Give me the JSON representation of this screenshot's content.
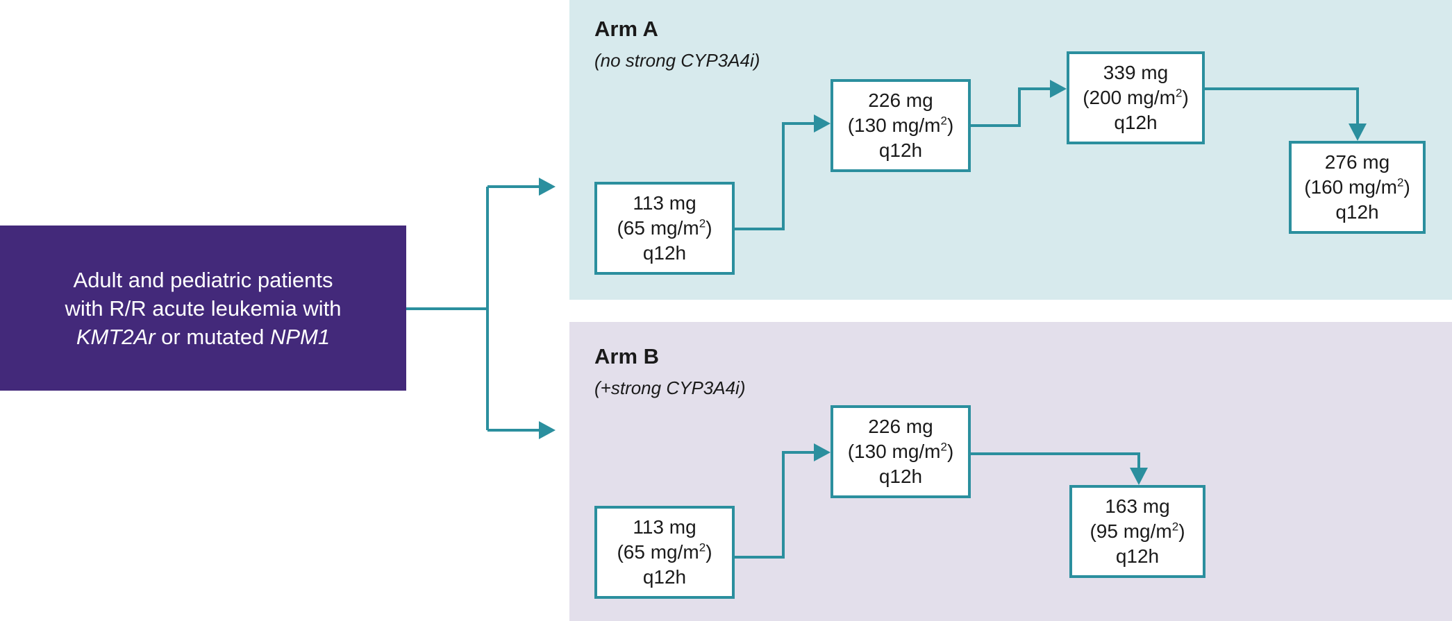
{
  "patients": {
    "line1": "Adult and pediatric patients",
    "line2": "with R/R acute leukemia with",
    "line3_part1": "KMT2Ar",
    "line3_part2": " or mutated ",
    "line3_part3": "NPM1"
  },
  "arm_a": {
    "title": "Arm A",
    "subtitle": "(no strong CYP3A4i)",
    "doses": [
      {
        "mg": "113 mg",
        "bsa_prefix": "(65 mg/m",
        "sup": "2",
        "bsa_suffix": ")",
        "freq": "q12h"
      },
      {
        "mg": "226 mg",
        "bsa_prefix": "(130 mg/m",
        "sup": "2",
        "bsa_suffix": ")",
        "freq": "q12h"
      },
      {
        "mg": "339 mg",
        "bsa_prefix": "(200 mg/m",
        "sup": "2",
        "bsa_suffix": ")",
        "freq": "q12h"
      },
      {
        "mg": "276 mg",
        "bsa_prefix": "(160 mg/m",
        "sup": "2",
        "bsa_suffix": ")",
        "freq": "q12h"
      }
    ]
  },
  "arm_b": {
    "title": "Arm B",
    "subtitle": "(+strong CYP3A4i)",
    "doses": [
      {
        "mg": "113 mg",
        "bsa_prefix": "(65 mg/m",
        "sup": "2",
        "bsa_suffix": ")",
        "freq": "q12h"
      },
      {
        "mg": "226 mg",
        "bsa_prefix": "(130 mg/m",
        "sup": "2",
        "bsa_suffix": ")",
        "freq": "q12h"
      },
      {
        "mg": "163 mg",
        "bsa_prefix": "(95 mg/m",
        "sup": "2",
        "bsa_suffix": ")",
        "freq": "q12h"
      }
    ]
  },
  "colors": {
    "patient_box": "#43297a",
    "arm_a_panel": "#d7eaed",
    "arm_b_panel": "#e3dfeb",
    "connector": "#2b8f9e"
  }
}
